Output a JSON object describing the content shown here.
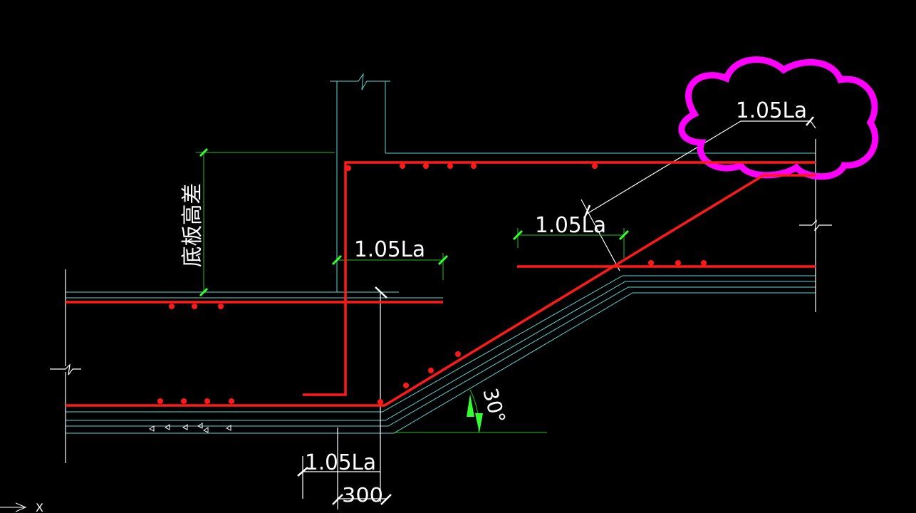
{
  "drawing": {
    "colors": {
      "background": "#000000",
      "rebar": "#ff1a1a",
      "outline": "#5fd6d6",
      "dim_line": "#22c222",
      "dim_tick": "#33ff33",
      "revision_cloud": "#ff00ff",
      "text": "#ffffff"
    },
    "labels": {
      "anchor_top_right": "1.05La",
      "anchor_middle": "1.05La",
      "anchor_left": "1.05La",
      "anchor_bottom": "1.05La",
      "height_diff": "底板高差",
      "angle": "30°",
      "width_300": "300",
      "axis_x": "X"
    }
  }
}
